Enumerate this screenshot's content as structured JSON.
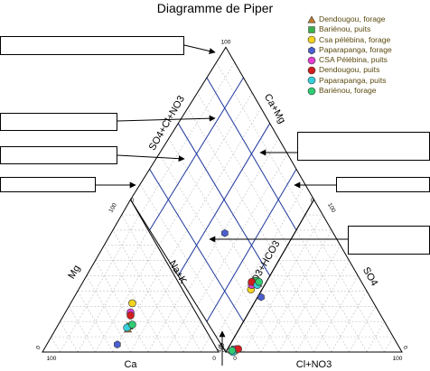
{
  "chart_data": {
    "type": "scatter",
    "title": "Diagramme de Piper",
    "axis_labels": {
      "cations_left": "Mg",
      "cations_bottom": "Ca",
      "cations_right": "Na+K",
      "anions_left": "CO3+HCO3",
      "anions_bottom": "Cl+NO3",
      "anions_right": "SO4",
      "diamond_upper_left": "SO4+Cl+NO3",
      "diamond_upper_right": "Ca+Mg"
    },
    "tick_labels": {
      "max": "100",
      "min": "0"
    },
    "series": [
      {
        "name": "Dendougou, forage",
        "marker": "triangle",
        "color": "#c47c28",
        "cations": [
          [
            44,
            15
          ]
        ],
        "anions": [
          [
            3,
            1
          ]
        ]
      },
      {
        "name": "Bariénou, puits",
        "marker": "square",
        "color": "#39b14a",
        "cations": [
          [
            42,
            17
          ]
        ],
        "anions": [
          [
            4,
            2
          ]
        ]
      },
      {
        "name": "Csa pélébina, forage",
        "marker": "circle",
        "color": "#f2d41f",
        "cations": [
          [
            33,
            32
          ]
        ],
        "anions": [
          [
            5,
            1
          ]
        ]
      },
      {
        "name": "Paparapanga, forage",
        "marker": "hexagon",
        "color": "#4a5fd0",
        "cations": [
          [
            55,
            5
          ]
        ],
        "anions": [
          [
            2,
            36
          ]
        ]
      },
      {
        "name": "CSA Pélébina, puits",
        "marker": "circle",
        "color": "#e03fd2",
        "cations": [
          [
            37,
            26
          ]
        ],
        "anions": [
          [
            5,
            2
          ]
        ]
      },
      {
        "name": "Dendougou, puits",
        "marker": "circle",
        "color": "#d21e1e",
        "cations": [
          [
            38,
            24
          ]
        ],
        "anions": [
          [
            6,
            2
          ]
        ]
      },
      {
        "name": "Paparapanga, puits",
        "marker": "circle",
        "color": "#35d0dc",
        "cations": [
          [
            44,
            16
          ]
        ],
        "anions": [
          [
            4,
            0
          ]
        ]
      },
      {
        "name": "Bariénou, forage",
        "marker": "circle",
        "color": "#2fcc73",
        "cations": [
          [
            40,
            18
          ]
        ],
        "anions": [
          [
            3,
            1
          ]
        ]
      }
    ]
  }
}
